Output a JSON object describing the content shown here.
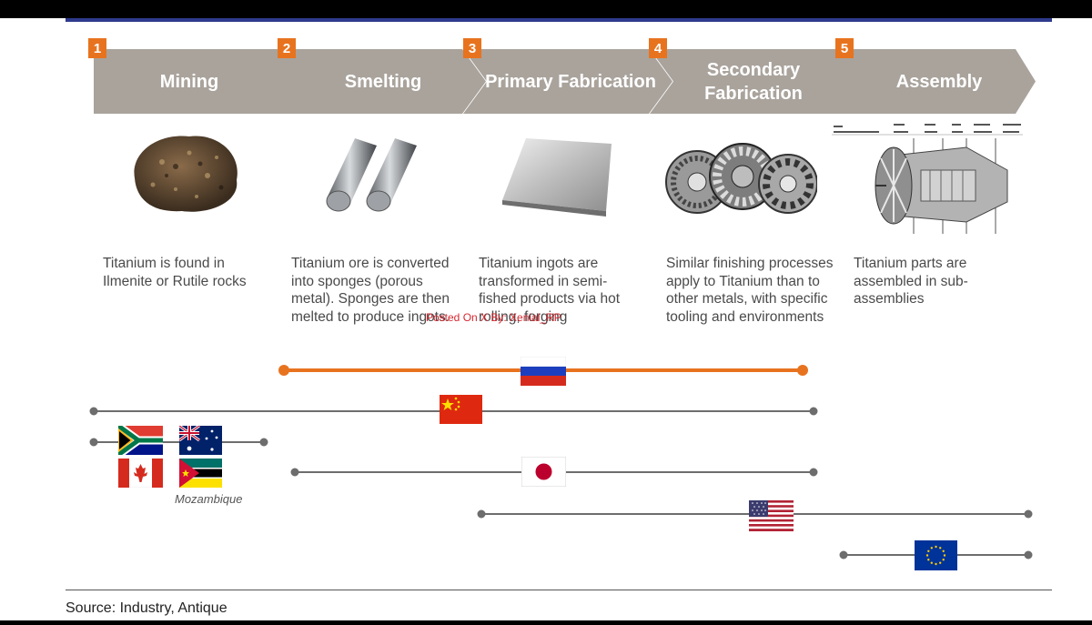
{
  "steps": [
    {
      "number": "1",
      "title": "Mining",
      "description": "Titanium is found in Ilmenite or Rutile rocks"
    },
    {
      "number": "2",
      "title": "Smelting",
      "description": "Titanium ore is converted into sponges (porous metal). Sponges are then melted to produce ingots."
    },
    {
      "number": "3",
      "title": "Primary Fabrication",
      "description": "Titanium ingots are transformed in semi-fished products via hot rolling, forging"
    },
    {
      "number": "4",
      "title": "Secondary Fabrication",
      "description": "Similar finishing processes apply to Titanium than to other metals, with specific tooling and environments"
    },
    {
      "number": "5",
      "title": "Assembly",
      "description": "Titanium parts are assembled in sub-assemblies"
    }
  ],
  "country_labels": {
    "mozambique": "Mozambique"
  },
  "watermark": "Posted On X By: Xenial_RP",
  "source": "Source: Industry, Antique",
  "colors": {
    "chevron": "#a9a39c",
    "accent": "#e8731f",
    "line": "#6d6d6d"
  }
}
